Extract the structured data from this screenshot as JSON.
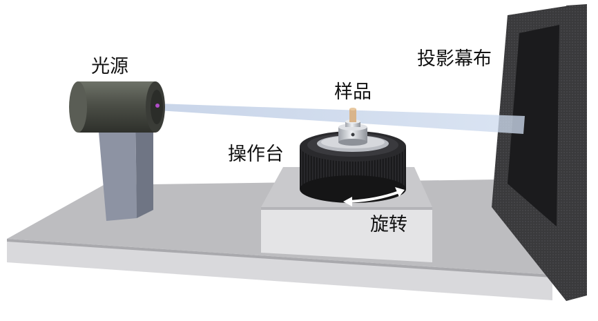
{
  "labels": {
    "light_source": "光源",
    "screen": "投影幕布",
    "sample": "样品",
    "stage": "操作台",
    "rotation": "旋转"
  },
  "colors": {
    "base_top": "#bdbdc0",
    "base_front": "#d9d9dc",
    "screen_frame": "#3a3a3c",
    "screen_face": "#1b1b1d",
    "light_beam": "#c8d6ea",
    "stage_block": "#e4e4e6",
    "turntable": "#1f1f21",
    "arrow": "#ffffff"
  },
  "icons": {
    "light_source": "cylinder-lamp",
    "rotation": "double-headed-curved-arrow"
  }
}
